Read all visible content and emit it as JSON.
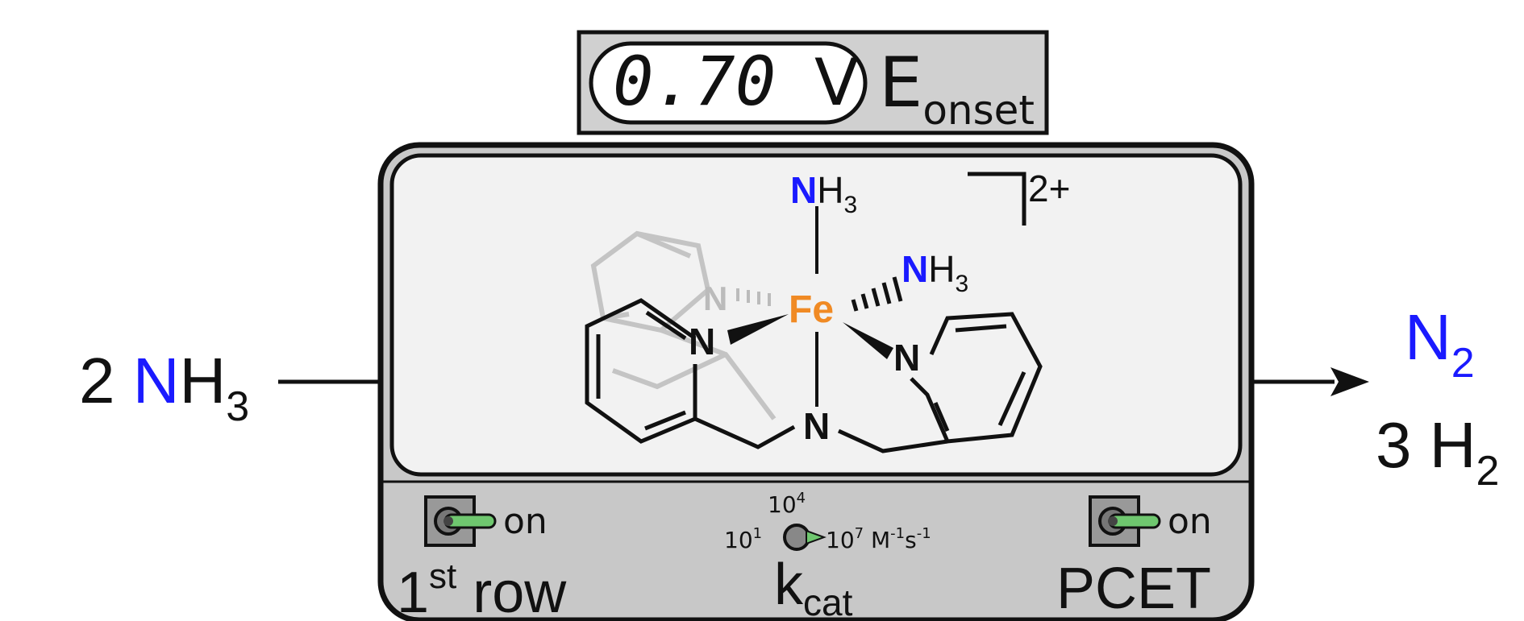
{
  "display": {
    "reading": "0.70",
    "unit": "V",
    "label_main": "E",
    "label_sub": "onset"
  },
  "reaction": {
    "input_coef": "2",
    "input_n": "N",
    "input_h": "H",
    "input_sub": "3",
    "product1_n": "N",
    "product1_sub": "2",
    "product2_main": "3 H",
    "product2_sub": "2"
  },
  "molecule": {
    "metal": "Fe",
    "nh3_top_n": "N",
    "nh3_top_h": "H",
    "nh3_top_sub": "3",
    "nh3_right_n": "N",
    "nh3_right_h": "H",
    "nh3_right_sub": "3",
    "charge": "2+",
    "n_left": "N",
    "n_right": "N",
    "n_amine": "N",
    "n_back": "N"
  },
  "controls": {
    "left_switch": {
      "state": "on",
      "label_main": "1",
      "label_sup": "st",
      "label_rest": " row"
    },
    "dial": {
      "top": "10",
      "top_exp": "4",
      "left": "10",
      "left_exp": "1",
      "right": "10",
      "right_exp": "7",
      "units_main": "M",
      "units_exp1": "-1",
      "units_s": "s",
      "units_exp2": "-1",
      "label_main": "k",
      "label_sub": "cat"
    },
    "right_switch": {
      "state": "on",
      "label": "PCET"
    }
  },
  "colors": {
    "nitrogen": "#1a1aff",
    "iron": "#f08a24",
    "panel": "#c8c8c8",
    "window": "#f2f2f2",
    "toggle": "#6fc76f",
    "ghost": "#c4c4c4"
  }
}
